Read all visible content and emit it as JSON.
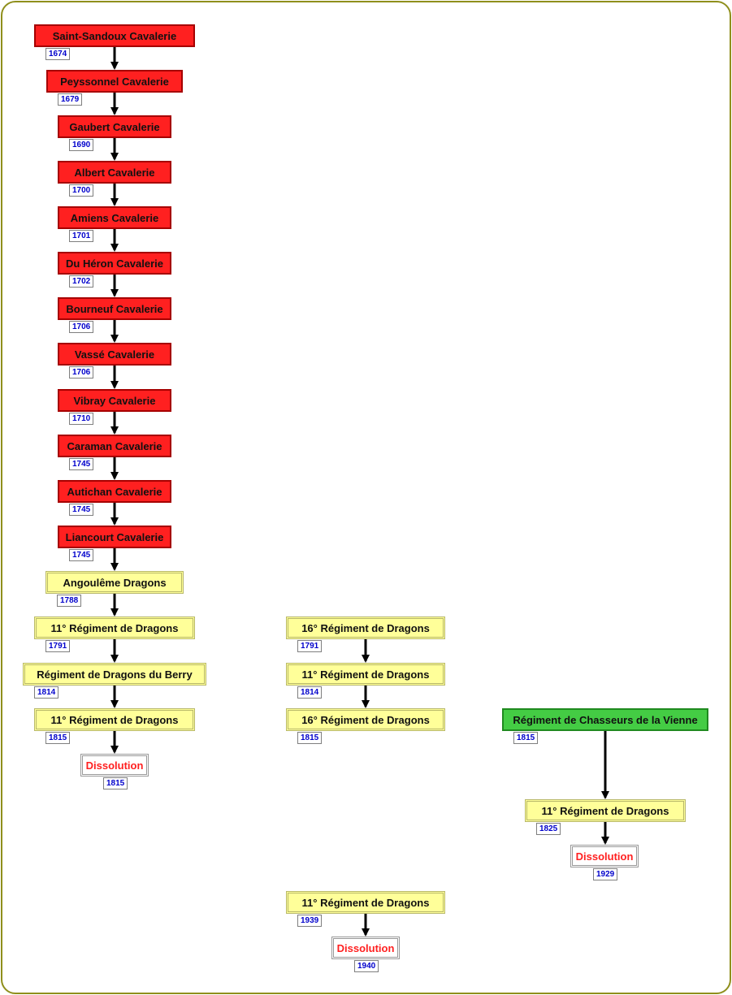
{
  "nodes": [
    {
      "id": "n1",
      "label": "Saint-Sandoux Cavalerie",
      "year": "1674",
      "style": "red"
    },
    {
      "id": "n2",
      "label": "Peyssonnel Cavalerie",
      "year": "1679",
      "style": "red"
    },
    {
      "id": "n3",
      "label": "Gaubert Cavalerie",
      "year": "1690",
      "style": "red"
    },
    {
      "id": "n4",
      "label": "Albert Cavalerie",
      "year": "1700",
      "style": "red"
    },
    {
      "id": "n5",
      "label": "Amiens Cavalerie",
      "year": "1701",
      "style": "red"
    },
    {
      "id": "n6",
      "label": "Du Héron Cavalerie",
      "year": "1702",
      "style": "red"
    },
    {
      "id": "n7",
      "label": "Bourneuf Cavalerie",
      "year": "1706",
      "style": "red"
    },
    {
      "id": "n8",
      "label": "Vassé Cavalerie",
      "year": "1706",
      "style": "red"
    },
    {
      "id": "n9",
      "label": "Vibray Cavalerie",
      "year": "1710",
      "style": "red"
    },
    {
      "id": "n10",
      "label": "Caraman Cavalerie",
      "year": "1745",
      "style": "red"
    },
    {
      "id": "n11",
      "label": "Autichan Cavalerie",
      "year": "1745",
      "style": "red"
    },
    {
      "id": "n12",
      "label": "Liancourt Cavalerie",
      "year": "1745",
      "style": "red"
    },
    {
      "id": "n13",
      "label": "Angoulême Dragons",
      "year": "1788",
      "style": "yellow"
    },
    {
      "id": "n14",
      "label": "11° Régiment de Dragons",
      "year": "1791",
      "style": "yellow"
    },
    {
      "id": "n15",
      "label": "Régiment de Dragons du Berry",
      "year": "1814",
      "style": "yellow"
    },
    {
      "id": "n16",
      "label": "11° Régiment de Dragons",
      "year": "1815",
      "style": "yellow"
    },
    {
      "id": "n17",
      "label": "Dissolution",
      "year": "1815",
      "style": "dissol"
    },
    {
      "id": "m1",
      "label": "16° Régiment de Dragons",
      "year": "1791",
      "style": "yellow"
    },
    {
      "id": "m2",
      "label": "11° Régiment de Dragons",
      "year": "1814",
      "style": "yellow"
    },
    {
      "id": "m3",
      "label": "16° Régiment de Dragons",
      "year": "1815",
      "style": "yellow"
    },
    {
      "id": "g1",
      "label": "Régiment de Chasseurs de la Vienne",
      "year": "1815",
      "style": "green"
    },
    {
      "id": "g2",
      "label": "11° Régiment de Dragons",
      "year": "1825",
      "style": "yellow"
    },
    {
      "id": "g3",
      "label": "Dissolution",
      "year": "1929",
      "style": "dissol"
    },
    {
      "id": "b1",
      "label": "11° Régiment de Dragons",
      "year": "1939",
      "style": "yellow"
    },
    {
      "id": "b2",
      "label": "Dissolution",
      "year": "1940",
      "style": "dissol"
    }
  ],
  "edges": [
    [
      "n1",
      "n2"
    ],
    [
      "n2",
      "n3"
    ],
    [
      "n3",
      "n4"
    ],
    [
      "n4",
      "n5"
    ],
    [
      "n5",
      "n6"
    ],
    [
      "n6",
      "n7"
    ],
    [
      "n7",
      "n8"
    ],
    [
      "n8",
      "n9"
    ],
    [
      "n9",
      "n10"
    ],
    [
      "n10",
      "n11"
    ],
    [
      "n11",
      "n12"
    ],
    [
      "n12",
      "n13"
    ],
    [
      "n13",
      "n14"
    ],
    [
      "n14",
      "n15"
    ],
    [
      "n15",
      "n16"
    ],
    [
      "n16",
      "n17"
    ],
    [
      "m1",
      "m2"
    ],
    [
      "m2",
      "m3"
    ],
    [
      "g1",
      "g2"
    ],
    [
      "g2",
      "g3"
    ],
    [
      "b1",
      "b2"
    ]
  ],
  "colors": {
    "red_fill": "#ff2020",
    "yellow_fill": "#ffff99",
    "green_fill": "#44cc44",
    "dissolution_text": "#ff2020",
    "year_text": "#0000cc",
    "frame_border": "#8f8f1c",
    "edge": "#000000"
  }
}
